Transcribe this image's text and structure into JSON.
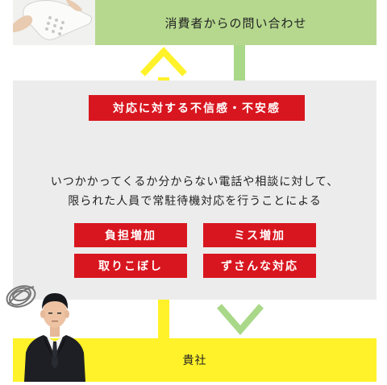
{
  "top": {
    "label": "消費者からの問い合わせ"
  },
  "panel": {
    "headline": "対応に対する不信感・不安感",
    "description": [
      "いつかかってくるか分からない電話や相談に対して、",
      "限られた人員で常駐待機対応を行うことによる"
    ],
    "issues": [
      "負担増加",
      "ミス増加",
      "取りこぼし",
      "ずさんな対応"
    ]
  },
  "bottom": {
    "label": "貴社"
  },
  "colors": {
    "green": "#b5d88e",
    "yellow": "#fff22a",
    "red": "#d8161f",
    "panel": "#ececec"
  },
  "icons": [
    "telephone-photo",
    "up-arrow",
    "down-arrow",
    "stressed-scribble-icon",
    "businessman-photo"
  ]
}
